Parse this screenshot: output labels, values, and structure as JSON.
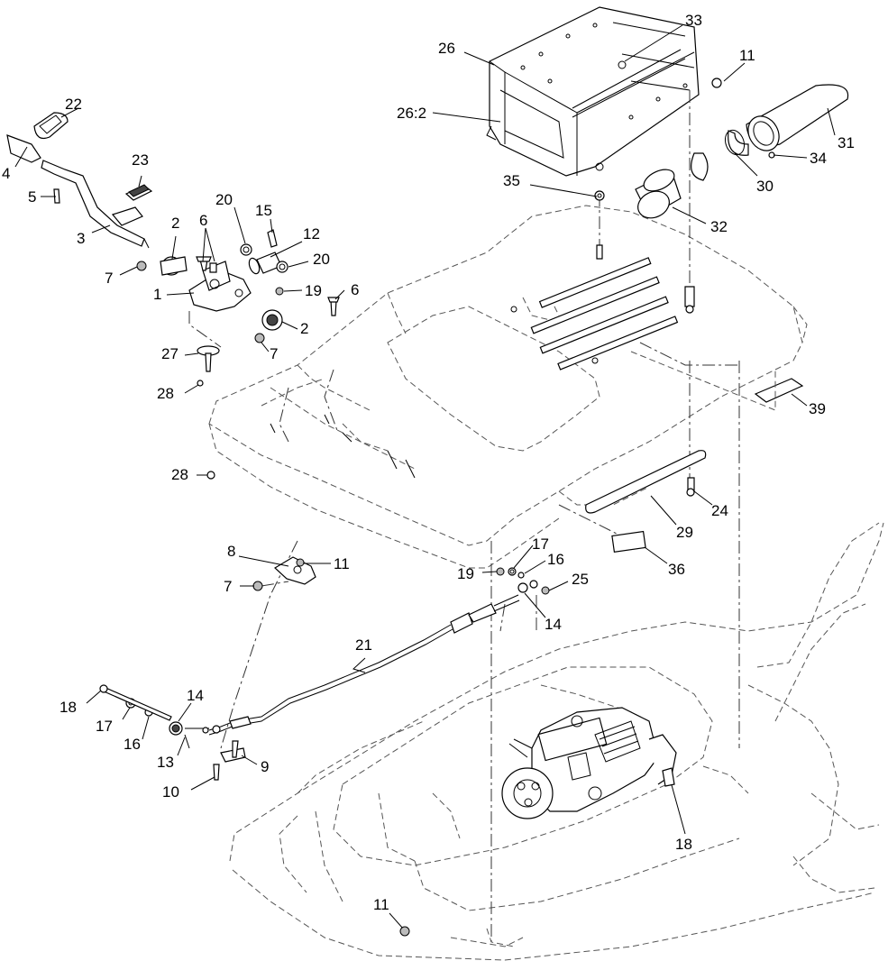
{
  "diagram": {
    "callouts": {
      "c1": "1",
      "c2a": "2",
      "c2b": "2",
      "c3": "3",
      "c4": "4",
      "c5": "5",
      "c6a": "6",
      "c6b": "6",
      "c7a": "7",
      "c7b": "7",
      "c7c": "7",
      "c8": "8",
      "c9": "9",
      "c10": "10",
      "c11a": "11",
      "c11b": "11",
      "c11c": "11",
      "c12": "12",
      "c13": "13",
      "c14a": "14",
      "c14b": "14",
      "c15": "15",
      "c16a": "16",
      "c16b": "16",
      "c17a": "17",
      "c17b": "17",
      "c18a": "18",
      "c18b": "18",
      "c19a": "19",
      "c19b": "19",
      "c20a": "20",
      "c20b": "20",
      "c21": "21",
      "c22": "22",
      "c23": "23",
      "c24": "24",
      "c25": "25",
      "c26": "26",
      "c26_2": "26:2",
      "c27": "27",
      "c28a": "28",
      "c28b": "28",
      "c29": "29",
      "c30": "30",
      "c31": "31",
      "c32": "32",
      "c33": "33",
      "c34": "34",
      "c35": "35",
      "c36": "36",
      "c39": "39"
    }
  }
}
